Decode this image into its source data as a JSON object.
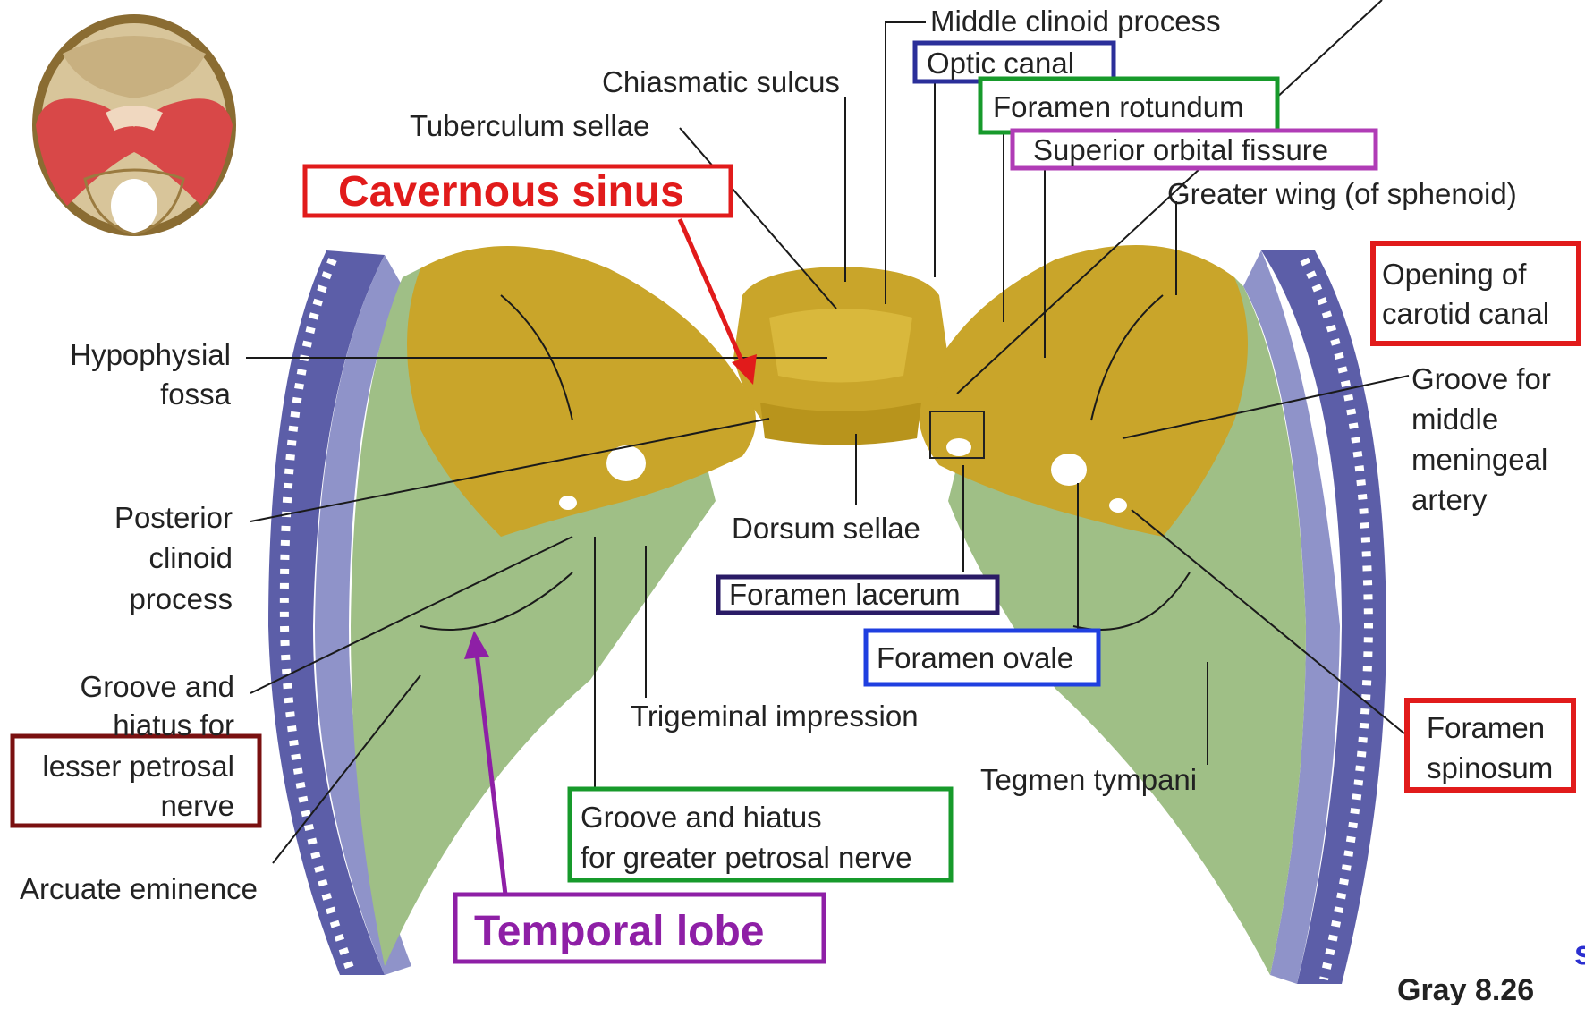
{
  "colors": {
    "bone": "#c9a52a",
    "bone_dark": "#8a6c10",
    "temporal": "#9fbf86",
    "temporal_dark": "#6f9659",
    "dura": "#5c5ea8",
    "red": "#e11b1b",
    "green": "#179a2b",
    "magenta": "#b03cb6",
    "navy": "#2b2f9a",
    "indigo": "#2a1b66",
    "blue": "#1f3fe0",
    "maroon": "#7a1010",
    "purple": "#8e1fa6"
  },
  "labels": {
    "middle_clinoid_process": "Middle clinoid process",
    "optic_canal": "Optic canal",
    "foramen_rotundum": "Foramen rotundum",
    "superior_orbital_fissure": "Superior orbital fissure",
    "greater_wing": "Greater wing (of sphenoid)",
    "chiasmatic_sulcus": "Chiasmatic sulcus",
    "tuberculum_sellae": "Tuberculum sellae",
    "cavernous_sinus": "Cavernous sinus",
    "hypophysial_fossa_1": "Hypophysial",
    "hypophysial_fossa_2": "fossa",
    "opening_carotid_1": "Opening of",
    "opening_carotid_2": "carotid canal",
    "groove_mma_1": "Groove for",
    "groove_mma_2": "middle",
    "groove_mma_3": "meningeal",
    "groove_mma_4": "artery",
    "posterior_clinoid_1": "Posterior",
    "posterior_clinoid_2": "clinoid",
    "posterior_clinoid_3": "process",
    "dorsum_sellae": "Dorsum sellae",
    "foramen_lacerum": "Foramen lacerum",
    "foramen_ovale": "Foramen ovale",
    "groove_lesser_1": "Groove and",
    "groove_lesser_2": "hiatus for",
    "groove_lesser_3": "lesser petrosal",
    "groove_lesser_4": "nerve",
    "trigeminal_impression": "Trigeminal impression",
    "tegmen_tympani": "Tegmen tympani",
    "foramen_spinosum_1": "Foramen",
    "foramen_spinosum_2": "spinosum",
    "groove_greater_1": "Groove and hiatus",
    "groove_greater_2": "for greater petrosal nerve",
    "arcuate_eminence": "Arcuate eminence",
    "temporal_lobe": "Temporal lobe",
    "source": "Gray 8.26",
    "edge_fragment": "s"
  }
}
